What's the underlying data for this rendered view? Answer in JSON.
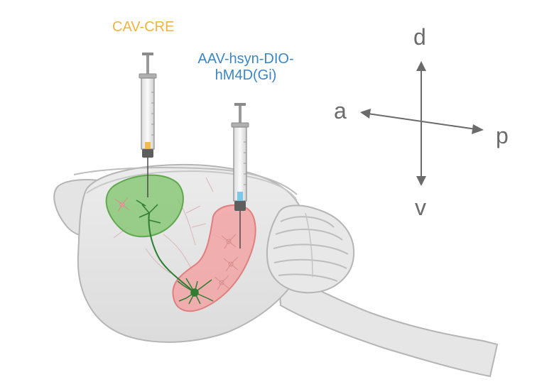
{
  "labels": {
    "virus1": "CAV-CRE",
    "virus2": "AAV-hsyn-DIO-\nhM4D(Gi)"
  },
  "axes": {
    "dorsal": "d",
    "ventral": "v",
    "anterior": "a",
    "posterior": "p"
  },
  "colors": {
    "virus1": "#f0b340",
    "virus2": "#3a86c6",
    "green_region": "#7cc46a",
    "red_region": "#f2a0a0",
    "neuron": "#2e7d32",
    "brain_fill": "#e3e3e3",
    "brain_outline": "#b5b5b5",
    "axis": "#6b6b6b"
  },
  "icons": [
    "syringe-icon",
    "syringe-icon",
    "neuron-icon",
    "orientation-compass-icon"
  ]
}
